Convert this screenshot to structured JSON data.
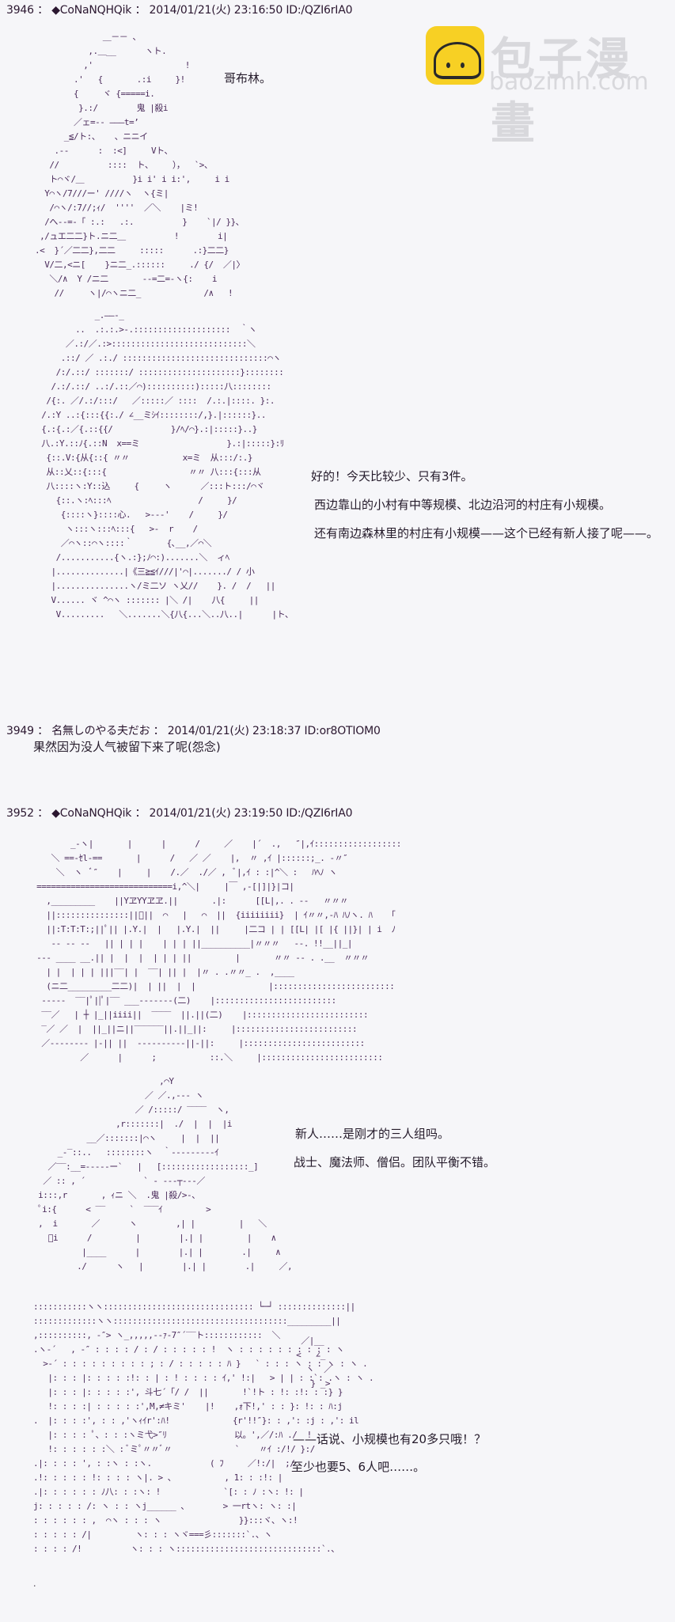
{
  "watermark": {
    "brand": "包子漫畫",
    "url": "baozimh.com",
    "icon": "steamed-bun-icon",
    "icon_color": "#f7d024"
  },
  "posts": [
    {
      "number": "3946",
      "sep": "：",
      "trip_icon": "◆",
      "name": "CoNaNQHQik",
      "date": "2014/01/21(火) 23:16:50",
      "id": "ID:/QZI6rIA0",
      "panels": [
        {
          "art": "              ＿－－ 、\n           ,.＿__      ヽト.\n          ,'                   !\n        .'   {       .:i     }!\n        {     ヾ {=====i.\n         }.:/        鬼 |殺i\n        ／ェ=-- ―――t=’\n      _≦/ト:、   、ニニイ\n    .--      :  :<]     Vト、\n   //          ::::  ト、    ），  `>、\n   ト⌒ヾ/＿          }i i' i i:',     i i\n  Y⌒ヽ/7///ー' ////ヽ  ヽ{ミ|\n   /⌒ヽ/:7//;ｨ/  ''''  ／＼    |ミ!\n  /へ--=-「 :.:   .:.          }    `|/ }}、\n ,/ュエ二二}ト.ニ二＿          !        i|\n.<  }´／二二},二二     :::::      .:}二二}\n  V/二,<ニ[    }ニ二_.::::::     ./ {/  ／|〉\n   ＼/∧  Y /ニ二       --=二=-ヽ{:    i\n    //     ヽ|/⌒ヽニ二_             /∧   !",
          "text": [
            "哥布林。"
          ]
        },
        {
          "art": "             _.――-_\n         ..  .:.:.>‐.::::::::::::::::::::  ｀ヽ\n       ／.:/／.:>::::::::::::::::::::::::::::＼\n      .::/ ／ .:./ ::::::::::::::::::::::::::::::⌒ヽ\n     /:/.::/ :::::::/ :::::::::::::::::::::}::::::::\n    /.:/.::/ ..:/.::／⌒)::::::::::):::::八::::::::\n   /{:. ／/.:/:::/   ／:::::／ ::::  /.:.|::::. }:.\n  /.:Y ..:{:::{{:./ ∠__ミｼｲ::::::::/,}.|::::::}..\n  {.:{.:／{.::{{/            }/ﾍ/⌒}.:|:::::}..}\n  八.:Y.::ﾉ{.::N  x==ミ                  }.:|:::::}:ﾘ\n   {::.V:{从{::{ 〃〃           x=ミ  从:::/:.}\n   从::乂::{:::{                 〃〃 八:::{:::从\n   八::::ヽ:Y::込     {     ヽ      ／:::ト:::/⌒ヾ\n     {::.ヽ:ﾍ:::ﾍ                  /     }/\n      {::::ヽ}::::心.   >---'    /     }/\n       ヽ:::ヽ:::ﾍ:::{   >-  r    /\n      ／⌒ヽ::⌒ヽ::::｀       {､__,／⌒＼\n     /...........{ヽ.:};ﾉ⌒:).......＼  ィﾍ\n    |..............|《三≧≦ｲ///|'⌒|......./ / 小\n    |...............ヽ/ミ二ソ ヽ乂//    }. /  /   ||\n    V...... ヾ ^⌒ヽ ::::::: |＼ /|    八{     ||\n     V.........   ＼.......＼{八{...＼..八..|      |ト、",
          "text": [
            "好的！今天比较少、只有3件。",
            "西边靠山的小村有中等规模、北边沿河的村庄有小规模。",
            "还有南边森林里的村庄有小规模——这个已经有新人接了呢——。"
          ]
        }
      ]
    },
    {
      "number": "3949",
      "sep": "：",
      "name": "名無しのやる夫だお",
      "date": "2014/01/21(火) 23:18:37",
      "id": "ID:or8OTIOM0",
      "body": "果然因为没人气被留下来了呢(怨念)"
    },
    {
      "number": "3952",
      "sep": "：",
      "trip_icon": "◆",
      "name": "CoNaNQHQik",
      "date": "2014/01/21(火) 23:19:50",
      "id": "ID:/QZI6rIA0",
      "panels": [
        {
          "art": "        _-ヽ|       |      |      /     ／    |´  .,   ″|,ｲ::::::::::::::::::\n    ＼ ==-ｾl-==       |      /   ／ ／    |,  〃 ,ｲ |::::::;_. -〃″\n     ＼  ヽ  ﾞ″    |     |    /.／  ./／ ,  ﾞ|,ｲ : :|^＼ :   ﾊﾍﾉ ヽ\n ============================i,^＼|     |￣ ,-[|]|}|コ|\n   ,_________    ||YヱYYヱヱ.||       .|:      [[L|,. . --   〃〃〃\n   ||:::::::::::::::||ﾟ||  ⌒   |   ⌒  ||  {iiiiiiii}  | ｲ〃〃,-ﾊ ﾊﾉヽ. ﾊ   「\n   ||:T:T:T:;||ﾟ|| |.Y.|  |   |.Y.|  ||     |二コ | | [[L| |[ |{ ||}| | i  ﾉ\n    ‐‐ ‐‐ ‐‐   || | | |    | | | ||__________|〃〃〃   --. !!__||_|\n --- ____ __.|| |  |  |  | | | ||         |       〃〃 -- . .__  〃〃〃\n   | |  | | | |||‾‾| |  ‾‾| || |  |〃 . .〃〃_ .  ,____\n   (ニ二_________二二)|  | ||  |  |               |:::::::::::::::::::::::::\n  -----  ‾‾|ﾟ||ﾟ|‾‾ ___-------(二)    |:::::::::::::::::::::::::\n  ‾‾／   | ┼ |_||iiii||  ‾‾‾‾  ||.||(二)    |:::::::::::::::::::::::::\n  ‾／ ／  |  ||_||ニ||‾‾‾‾‾‾||.||_||:     |:::::::::::::::::::::::::\n  ／-------- |-|| ||  ----------||-||:     |:::::::::::::::::::::::::\n          ／      |      ;           ::.＼     |:::::::::::::::::::::::::",
          "text": []
        },
        {
          "art": "                          ,⌒Y\n                       ／ ／.,--- ヽ\n                     ／ /:::::/ ‾‾‾‾  ヽ,\n                 ,r:::::::|  ./  |  |  |i\n           __／:::::::|⌒ヽ     |  |  ||\n     _-‾::..   ::::::::ヽ  ｀---------ｲ\n   ／‾‾:__=-----ー`   |   [::::::::::::::::::_]\n  ／ :: , ´            ` - ---┬---／\n i:::,r       , ｨニ ＼  .鬼 |殺/>-、\n ﾟi:{      < ‾‾     `  ‾‾‾ｲ         >\n ,  i       ／      ヽ        ,| |         |   ＼\n   ﾟi      /         |        |.| |         |    ∧\n          |____      |        |.| |        .|     ∧\n         ./      ヽ   |        |.| |        .|     ／,",
          "text": [
            "新人……是刚才的三人组吗。",
            "战士、魔法师、僧侣。团队平衡不错。"
          ]
        },
        {
          "art": ":::::::::::ヽヽ::::::::::::::::::::::::::::::: └─┘ ::::::::::::::||\n:::::::::::::ヽヽ::::::::::::::::::::::::::::::::::::_________||\n,::::::::::, -″> ヽ_,,,,,--ｧ-7″´‾‾ト::::::::::::  ＼\n.ヽ-´   , -″ : : : : / : / : : : : : !  ヽ : : : : : : : : : : ヽ\n  >-´ : : : : : : : : : ; : / : : : : : ﾊ }   ` : : : ヽ : : ヽ : ヽ .\n   |: : : |: : : : :!: : | : ! : : : : ｲ,' !:|   > | | : :`: .ヽ : ヽ .\n   |: : : |: : : : :', 斗七´「/ /  ||       !`!ト : !: :!: : :} }\n   !: : : :| : : : : :',M,≠キミ'    |!    ,ｫ下!,' : : }: !: : ﾊ:j\n.  |: : : :', : : ,'ヽｨｲr':ﾊ!             {r'!!″}: : ,': :j : ,': il\n   |: : : : ﾟ、: : :ヽミ弋>″ﾘ              以。',／/:ﾊ ./  !\n   !: : : : : :＼ : ﾞミﾟ〃〃ﾞ〃             `    〃ｲ :/!/ }:/\n.|: : : : ', : :ヽ : :ヽ.            ( ﾌ     ／!:/|  ;/\n.!: : : : : !: : : : ヽ|. > 、          , 1: : :!: |\n.|: : : : : : ﾉ八: : :ヽ: !             `[: : ﾉ :ヽ: !: |\nj: : : : : /: ヽ : : ヽj______ 、       > 一rtヽ: ヽ: :|\n: : : : : : ,  ⌒ヽ : : : ヽ                }}:::ヾ、ヽ:!\n: : : : : /|         ヽ: : : ヽヾ===彡:::::::`.、ヽ\n: : : : /!          ヽ: : : ヽ::::::::::::::::::::::::::::::`.、",
          "side_art": "  ／|__\n <   ∠_\n   ヽ  ／\n    } _>",
          "text": [
            "——话说、小规模也有20多只哦！？",
            "至少也要5、6人吧……。"
          ],
          "trailing_dot": "."
        }
      ]
    }
  ]
}
